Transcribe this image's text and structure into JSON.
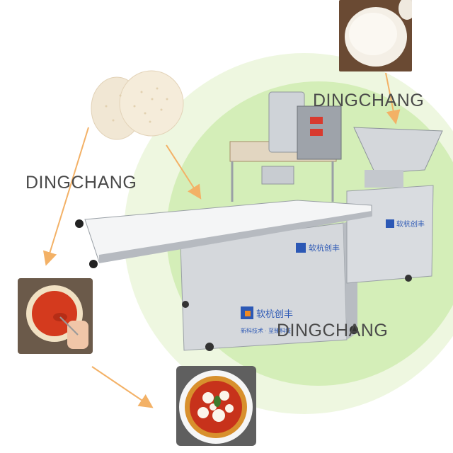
{
  "watermarks": {
    "top": "DINGCHANG",
    "left": "DINGCHANG",
    "bottom": "DINGCHANG"
  },
  "colors": {
    "arrow": "#f3b166",
    "circle_outer": "#ecf6dc",
    "circle_inner": "#d3eeb6",
    "steel": "#c9ccd1",
    "brand_blue": "#2c58b5",
    "brand_orange": "#f08a23"
  },
  "machine": {
    "panel_logo": "软杭创丰",
    "panel_slogan": "新科技术 · 至臻科技"
  }
}
